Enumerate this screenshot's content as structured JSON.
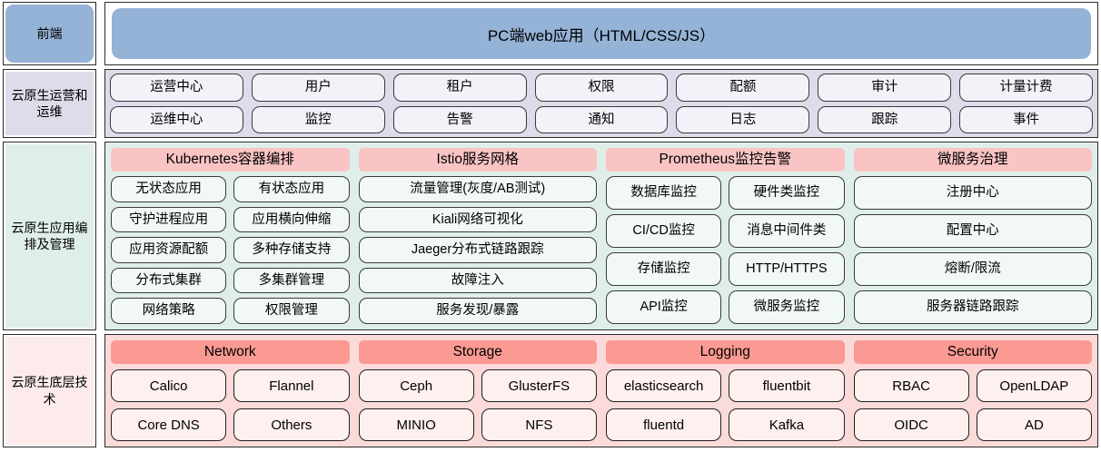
{
  "layers": [
    {
      "id": "frontend",
      "label": "前端",
      "banner": "PC端web应用（HTML/CSS/JS）"
    },
    {
      "id": "ops",
      "label": "云原生运营和运维",
      "chips": [
        "运营中心",
        "用户",
        "租户",
        "权限",
        "配额",
        "审计",
        "计量计费",
        "运维中心",
        "监控",
        "告警",
        "通知",
        "日志",
        "跟踪",
        "事件"
      ]
    },
    {
      "id": "orchestration",
      "label": "云原生应用编排及管理",
      "groups": [
        {
          "title": "Kubernetes容器编排",
          "columns": 2,
          "rows": 5,
          "items": [
            "无状态应用",
            "有状态应用",
            "守护进程应用",
            "应用横向伸缩",
            "应用资源配额",
            "多种存储支持",
            "分布式集群",
            "多集群管理",
            "网络策略",
            "权限管理"
          ]
        },
        {
          "title": "Istio服务网格",
          "columns": 1,
          "rows": 5,
          "items": [
            "流量管理(灰度/AB测试)",
            "Kiali网络可视化",
            "Jaeger分布式链路跟踪",
            "故障注入",
            "服务发现/暴露"
          ]
        },
        {
          "title": "Prometheus监控告警",
          "columns": 2,
          "rows": 4,
          "items": [
            "数据库监控",
            "硬件类监控",
            "CI/CD监控",
            "消息中间件类",
            "存储监控",
            "HTTP/HTTPS",
            "API监控",
            "微服务监控"
          ]
        },
        {
          "title": "微服务治理",
          "columns": 1,
          "rows": 4,
          "items": [
            "注册中心",
            "配置中心",
            "熔断/限流",
            "服务器链路跟踪"
          ]
        }
      ]
    },
    {
      "id": "infrastructure",
      "label": "云原生底层技术",
      "groups": [
        {
          "title": "Network",
          "columns": 2,
          "rows": 2,
          "items": [
            "Calico",
            "Flannel",
            "Core DNS",
            "Others"
          ]
        },
        {
          "title": "Storage",
          "columns": 2,
          "rows": 2,
          "items": [
            "Ceph",
            "GlusterFS",
            "MINIO",
            "NFS"
          ]
        },
        {
          "title": "Logging",
          "columns": 2,
          "rows": 2,
          "items": [
            "elasticsearch",
            "fluentbit",
            "fluentd",
            "Kafka"
          ]
        },
        {
          "title": "Security",
          "columns": 2,
          "rows": 2,
          "items": [
            "RBAC",
            "OpenLDAP",
            "OIDC",
            "AD"
          ]
        }
      ]
    }
  ],
  "colors": {
    "frontend_blue": "#95b3d7",
    "ops_lavender": "#dcdcea",
    "orch_mint": "#e0eeea",
    "infra_pink": "#fbdada",
    "group_title_pink_light": "#fac4c4",
    "group_title_pink_strong": "#fa9a93",
    "chip_white": "#f3f2f8",
    "border_dark": "#2b2b2b"
  }
}
